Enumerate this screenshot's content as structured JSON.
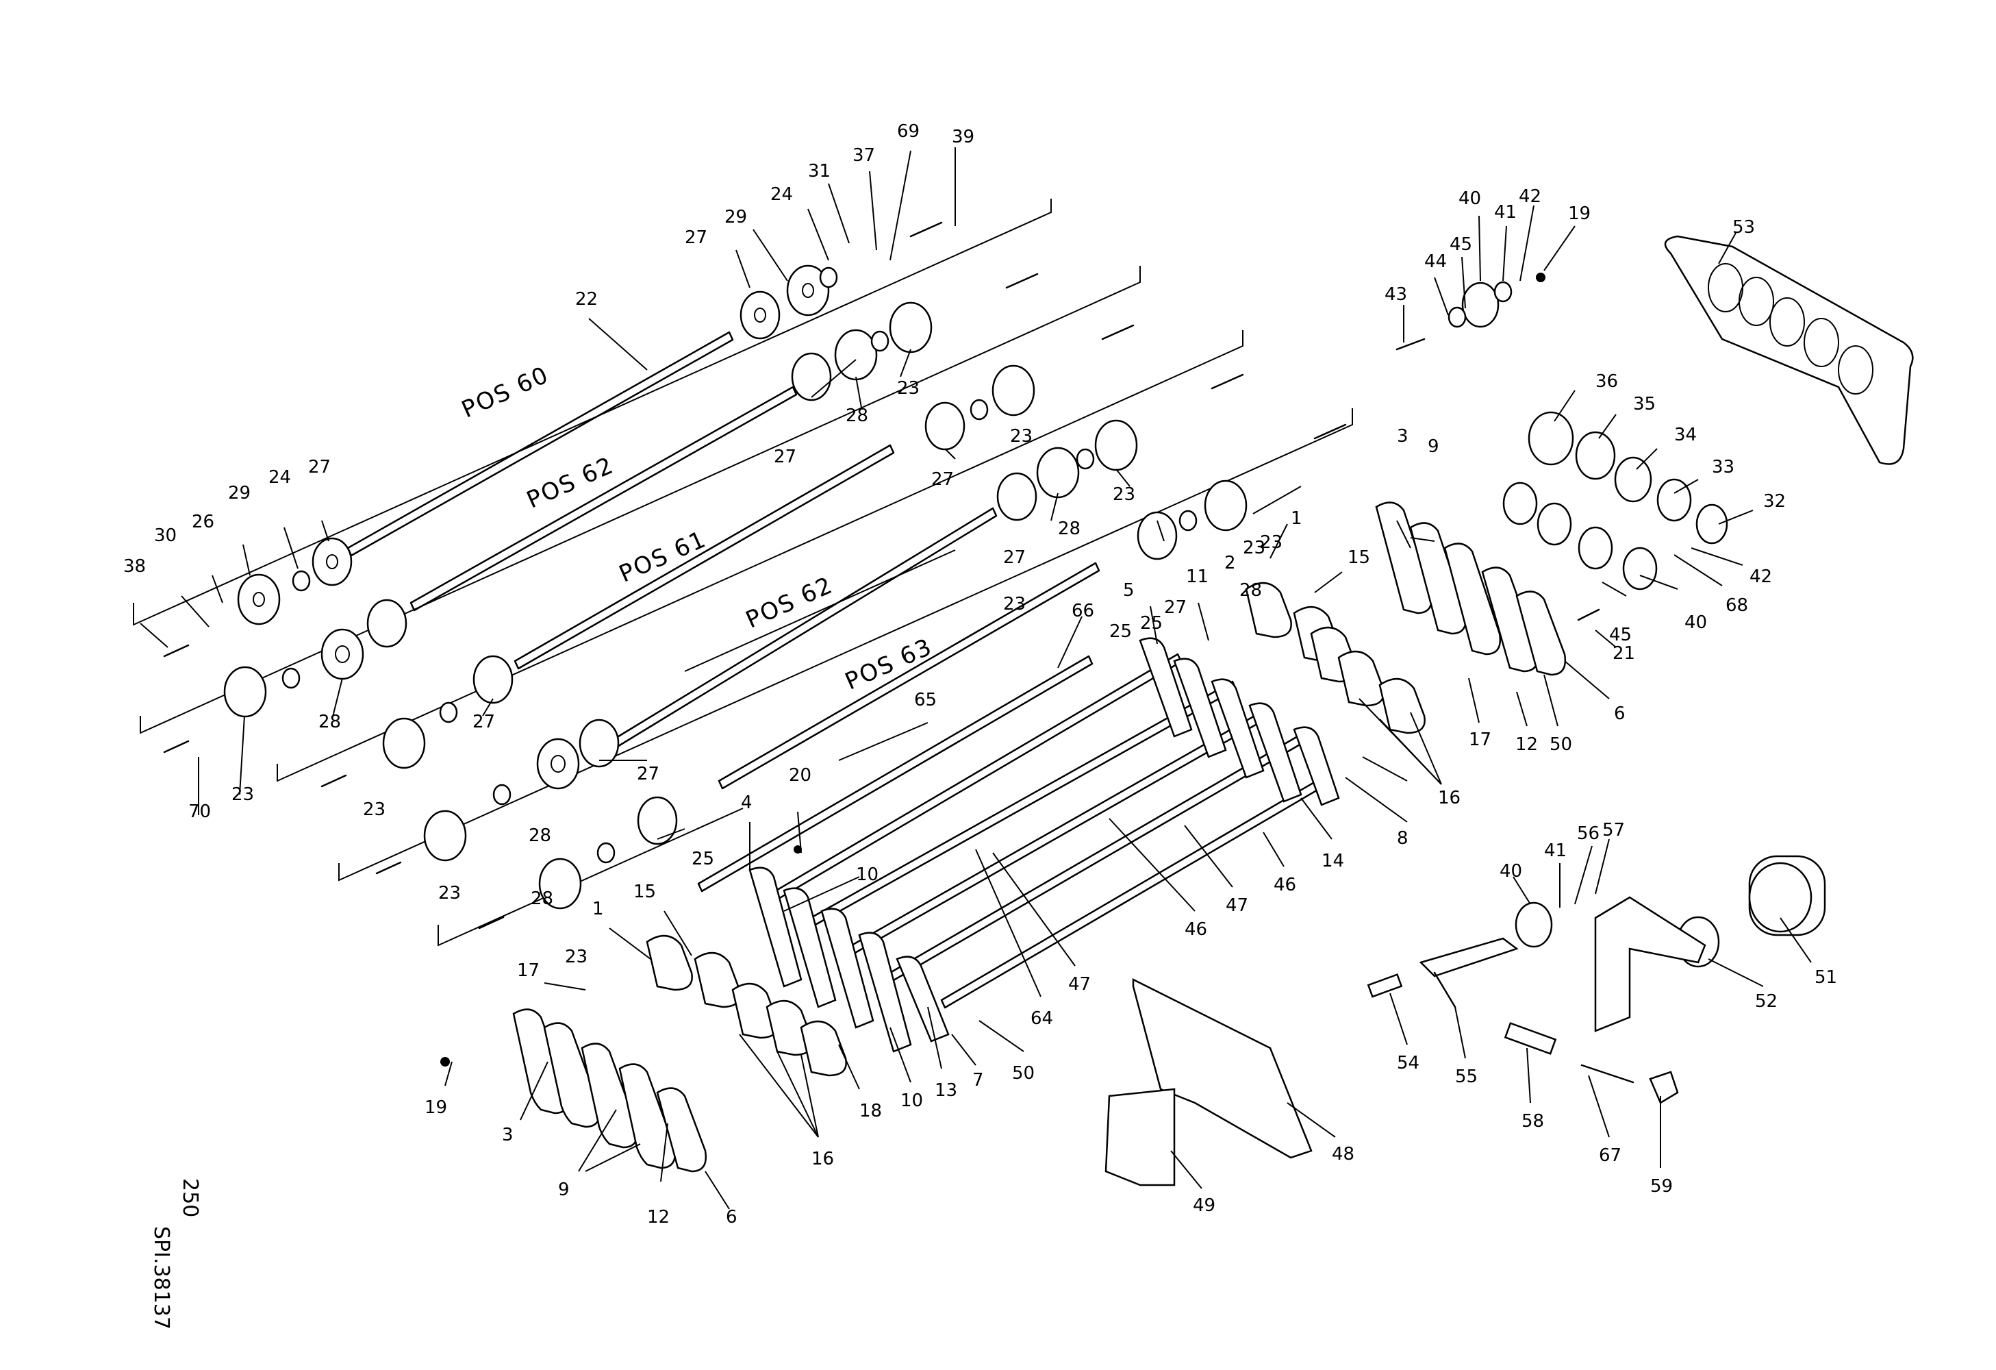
{
  "drawing": {
    "doc_number": "SPI.38137",
    "sheet": "250"
  },
  "groups": [
    {
      "label": "POS 60"
    },
    {
      "label": "POS 62"
    },
    {
      "label": "POS 61"
    },
    {
      "label": "POS 62"
    },
    {
      "label": "POS 63"
    }
  ],
  "callouts": [
    "38",
    "30",
    "26",
    "29",
    "24",
    "27",
    "22",
    "27",
    "29",
    "24",
    "31",
    "37",
    "69",
    "39",
    "23",
    "28",
    "27",
    "23",
    "28",
    "27",
    "23",
    "27",
    "23",
    "28",
    "27",
    "23",
    "25",
    "23",
    "70",
    "23",
    "28",
    "27",
    "23",
    "28",
    "27",
    "23",
    "28",
    "25",
    "23",
    "40",
    "42",
    "19",
    "41",
    "45",
    "44",
    "43",
    "53",
    "36",
    "35",
    "34",
    "33",
    "32",
    "42",
    "68",
    "40",
    "45",
    "21",
    "3",
    "9",
    "1",
    "15",
    "2",
    "11",
    "5",
    "25",
    "66",
    "65",
    "20",
    "10",
    "4",
    "15",
    "1",
    "17",
    "19",
    "3",
    "9",
    "12",
    "6",
    "16",
    "18",
    "10",
    "13",
    "7",
    "50",
    "64",
    "47",
    "46",
    "47",
    "46",
    "14",
    "8",
    "16",
    "17",
    "12",
    "50",
    "6",
    "40",
    "41",
    "56",
    "57",
    "51",
    "52",
    "54",
    "55",
    "58",
    "67",
    "59",
    "48",
    "49"
  ]
}
